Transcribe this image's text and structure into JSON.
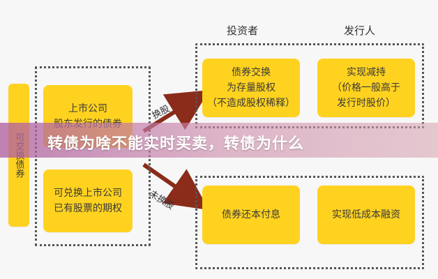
{
  "headers": {
    "investor": "投资者",
    "issuer": "发行人"
  },
  "left": {
    "vertical_label": "可交换债券",
    "listed_company": [
      "上市公司",
      "股东发行的债券"
    ],
    "right_holders": [
      "可兑换上市公司",
      "已有股票的期权"
    ]
  },
  "arrows": {
    "swap": "换股",
    "no_swap": "未换股"
  },
  "investor_boxes": {
    "swap": [
      "债券交换",
      "为存量股权",
      "（不造成股权稀释）"
    ],
    "principal": [
      "债券还本付息"
    ]
  },
  "issuer_boxes": {
    "reduce": [
      "实现减持",
      "（价格一般高于",
      "发行时股价）"
    ],
    "lowcost": [
      "实现低成本融资"
    ]
  },
  "banner": {
    "title": "转债为啥不能实时买卖，转债为什么"
  },
  "colors": {
    "box": "#ffd21f",
    "arrow": "#8b2b1a",
    "banner": "#b060a0"
  }
}
